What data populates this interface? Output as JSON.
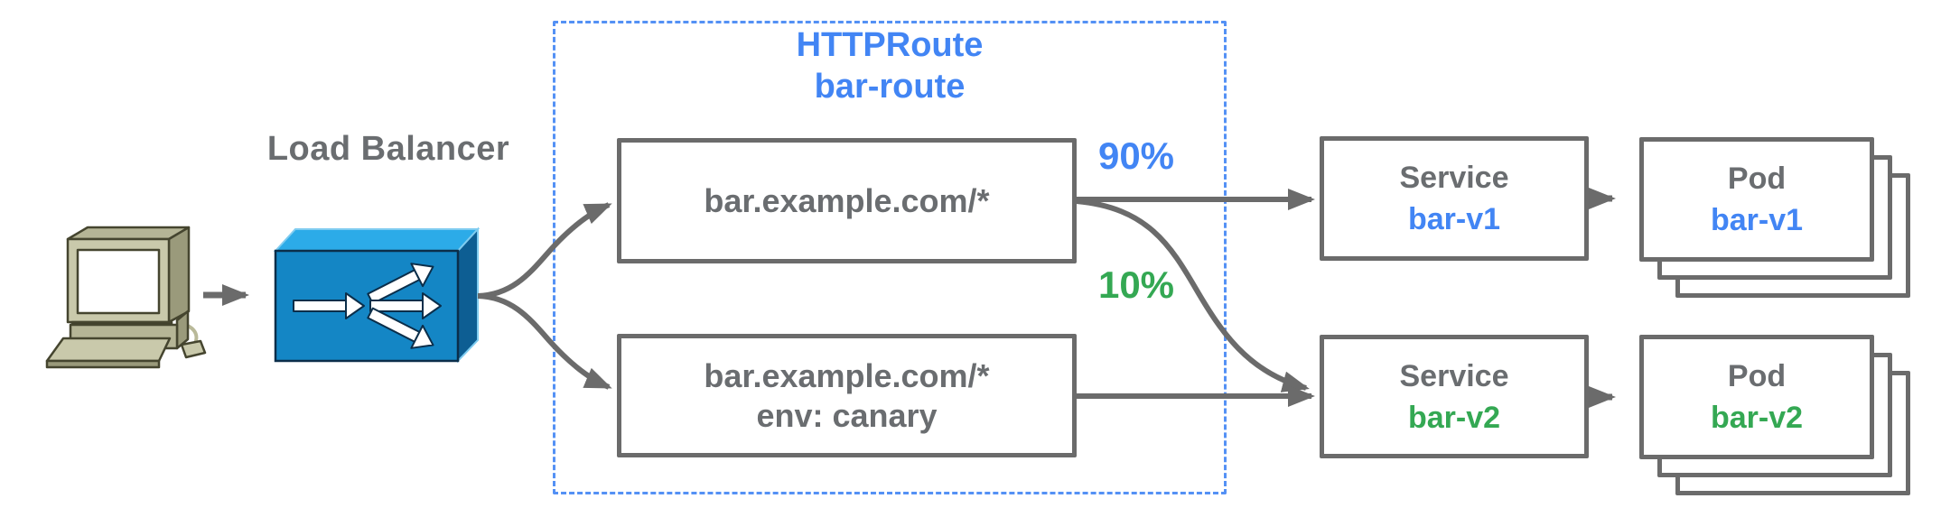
{
  "colors": {
    "blue": "#4285f4",
    "green": "#34a853",
    "gray_text": "#6a6d70",
    "border_gray": "#6b6b6b",
    "dash_blue": "#5491f5",
    "lb_front": "#1486c5",
    "lb_top": "#2cabe8",
    "lb_side": "#0d5e93"
  },
  "load_balancer": {
    "label": "Load Balancer"
  },
  "http_route": {
    "title_line1": "HTTPRoute",
    "title_line2": "bar-route",
    "rules": [
      {
        "line1": "bar.example.com/*",
        "line2": ""
      },
      {
        "line1": "bar.example.com/*",
        "line2": "env: canary"
      }
    ]
  },
  "weights": {
    "primary": "90%",
    "canary": "10%"
  },
  "services": [
    {
      "kind": "Service",
      "name": "bar-v1"
    },
    {
      "kind": "Service",
      "name": "bar-v2"
    }
  ],
  "pods": [
    {
      "kind": "Pod",
      "name": "bar-v1"
    },
    {
      "kind": "Pod",
      "name": "bar-v2"
    }
  ]
}
